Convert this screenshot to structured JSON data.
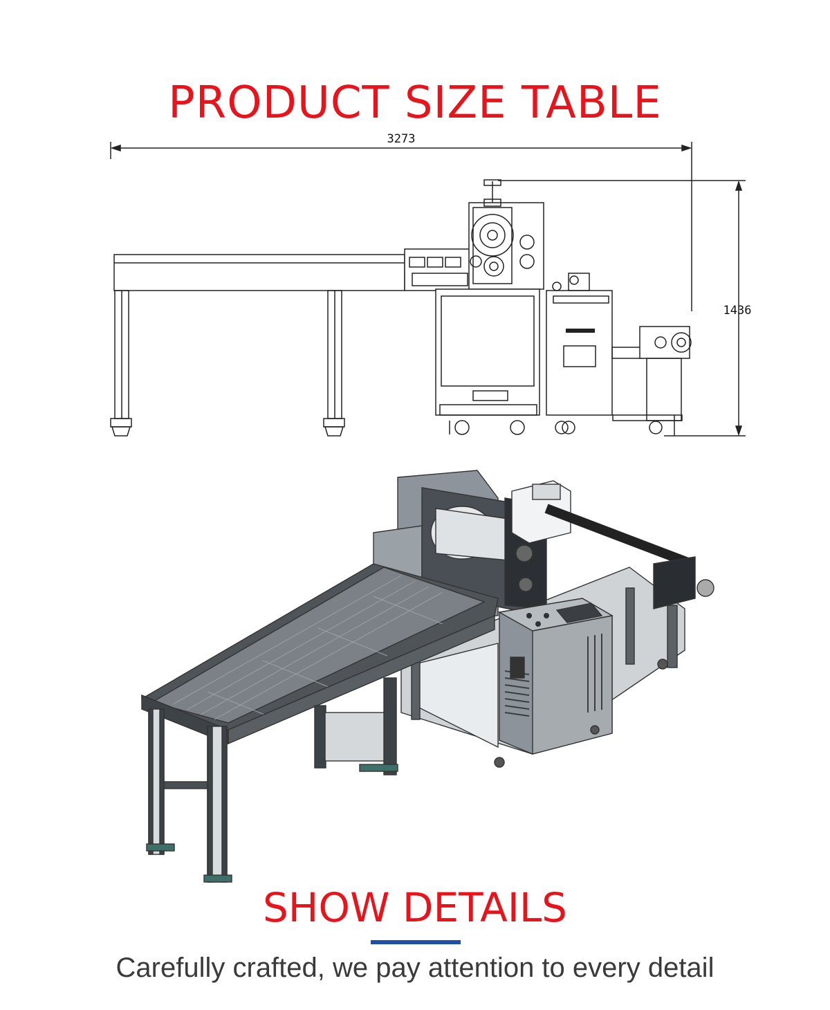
{
  "headings": {
    "size_table": "PRODUCT SIZE TABLE",
    "show_details": "SHOW DETAILS",
    "tagline": "Carefully crafted, we pay attention to every detail"
  },
  "drawing": {
    "width_dimension": "3273",
    "height_dimension": "1436"
  },
  "colors": {
    "heading_red": "#e8141c",
    "accent_blue": "#1f4fa6",
    "text_gray": "#3a3a3a"
  }
}
